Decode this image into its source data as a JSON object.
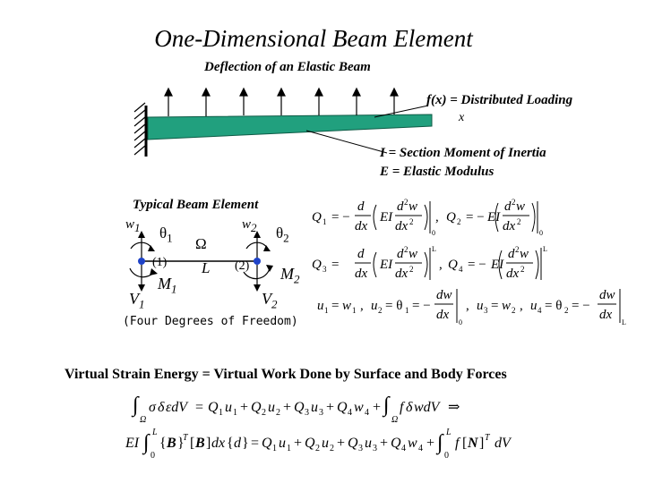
{
  "title": "One-Dimensional Beam Element",
  "subtitle": "Deflection of an Elastic Beam",
  "beam": {
    "load_label": "f(x) = Distributed Loading",
    "x_label": "x",
    "inertia_label": "I = Section Moment of Inertia",
    "modulus_label": "E = Elastic Modulus"
  },
  "element": {
    "heading": "Typical Beam Element",
    "w1": "w",
    "w1_sub": "1",
    "theta1": "θ",
    "theta1_sub": "1",
    "w2": "w",
    "w2_sub": "2",
    "theta2": "θ",
    "theta2_sub": "2",
    "omega": "Ω",
    "node1": "(1)",
    "node2": "(2)",
    "length": "L",
    "M1": "M",
    "M1_sub": "1",
    "M2": "M",
    "M2_sub": "2",
    "V1": "V",
    "V1_sub": "1",
    "V2": "V",
    "V2_sub": "2",
    "dof_note": "(Four Degrees of Freedom)"
  },
  "statement": "Virtual Strain Energy = Virtual Work Done by Surface and Body Forces",
  "colors": {
    "beam_fill": "#21a07e",
    "node_fill": "#1f43c8",
    "wall_hatch": "#000000"
  }
}
